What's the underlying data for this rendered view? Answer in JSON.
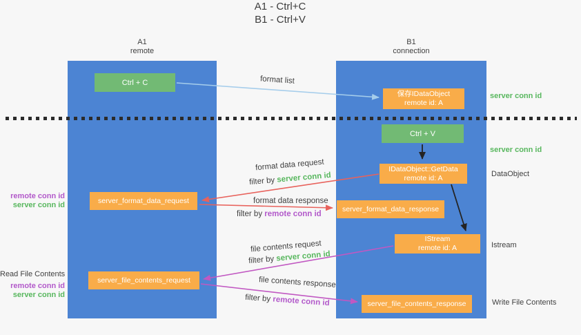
{
  "title": {
    "line1": "A1 - Ctrl+C",
    "line2": "B1 - Ctrl+V"
  },
  "lifelines": {
    "left": {
      "title": "A1",
      "subtitle": "remote"
    },
    "right": {
      "title": "B1",
      "subtitle": "connection"
    }
  },
  "nodes": {
    "ctrl_c": {
      "label": "Ctrl + C"
    },
    "save_idataobject": {
      "line1": "保存IDataObject",
      "line2": "remote id: A"
    },
    "ctrl_v": {
      "label": "Ctrl + V"
    },
    "getdata": {
      "line1": "IDataObject::GetData",
      "line2": "remote id: A"
    },
    "format_request": {
      "label": "server_format_data_request"
    },
    "format_response": {
      "label": "server_format_data_response"
    },
    "istream": {
      "line1": "IStream",
      "line2": "remote id: A"
    },
    "file_request": {
      "label": "server_file_contents_request"
    },
    "file_response": {
      "label": "server_file_contents_response"
    }
  },
  "arrow_labels": {
    "format_list": "format list",
    "format_data_request": "format data request",
    "format_data_response": "format data response",
    "file_contents_request": "file contents request",
    "file_contents_response": "file contents response",
    "filter_by": "filter by ",
    "server_conn_id": "server conn id",
    "remote_conn_id": "remote conn id"
  },
  "side_labels": {
    "right_server_conn_id_top": "server conn id",
    "right_server_conn_id_mid": "server conn id",
    "dataobject": "DataObject",
    "istream": "Istream",
    "write_file_contents": "Write File Contents",
    "left_remote_conn_id_1": "remote conn id",
    "left_server_conn_id_1": "server conn id",
    "read_file_contents": "Read File Contents",
    "left_remote_conn_id_2": "remote conn id",
    "left_server_conn_id_2": "server conn id"
  },
  "colors": {
    "lifeline_blue": "#4c84d3",
    "box_green": "#72ba74",
    "box_orange": "#f9ac49",
    "arrow_light_blue": "#a5cdeb",
    "arrow_black": "#242424",
    "arrow_red": "#e8625c",
    "arrow_magenta": "#c158c2",
    "text_green": "#58b75e",
    "text_purple": "#b259ca",
    "background": "#f7f7f7"
  }
}
